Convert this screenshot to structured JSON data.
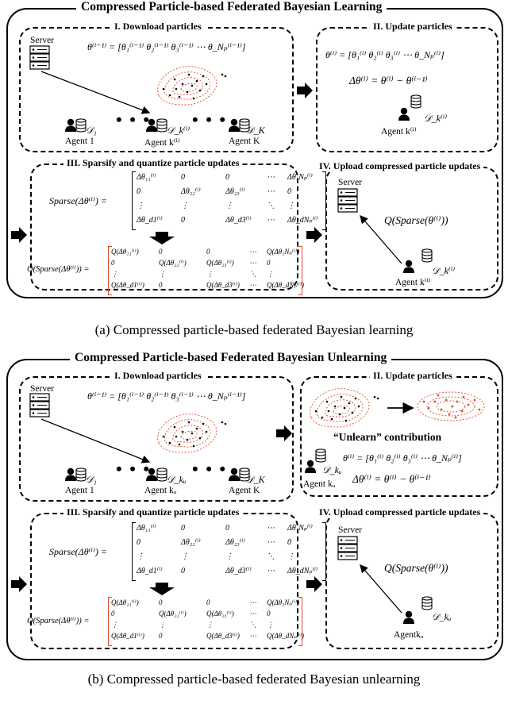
{
  "panel_a": {
    "title": "Compressed Particle-based Federated Bayesian Learning",
    "caption": "(a) Compressed particle-based federated Bayesian learning",
    "step1": {
      "title": "I. Download particles",
      "server": "Server",
      "theta_eq": "θ⁽ⁱ⁻¹⁾ = [θ₁⁽ⁱ⁻¹⁾  θ₂⁽ⁱ⁻¹⁾  θ₃⁽ⁱ⁻¹⁾  ⋯  θ_Nₚ⁽ⁱ⁻¹⁾]",
      "agent_1": "Agent 1",
      "agent_k": "Agent k⁽ⁱ⁾",
      "agent_K": "Agent K",
      "data_1": "𝒟₁",
      "data_k": "𝒟_k⁽ⁱ⁾",
      "data_K": "𝒟_K"
    },
    "step2": {
      "title": "II. Update particles",
      "theta_eq": "θ⁽ⁱ⁾ = [θ₁⁽ⁱ⁾  θ₂⁽ⁱ⁾  θ₃⁽ⁱ⁾  ⋯  θ_Nₚ⁽ⁱ⁾]",
      "delta_eq": "Δθ⁽ⁱ⁾ = θ⁽ⁱ⁾ − θ⁽ⁱ⁻¹⁾",
      "agent": "Agent k⁽ⁱ⁾",
      "data": "𝒟_k⁽ⁱ⁾"
    },
    "step3": {
      "title": "III. Sparsify and quantize particle updates",
      "sparse_lhs": "Sparse(Δθ⁽ⁱ⁾) =",
      "q_lhs": "Q(Sparse(Δθ⁽ⁱ⁾)) =",
      "sparse_rows": [
        [
          "Δθ₁₁⁽ⁱ⁾",
          "0",
          "0",
          "⋯",
          "Δθ₁Nₚ⁽ⁱ⁾"
        ],
        [
          "0",
          "Δθ₂₂⁽ⁱ⁾",
          "Δθ₂₃⁽ⁱ⁾",
          "⋯",
          "0"
        ],
        [
          "⋮",
          "⋮",
          "⋮",
          "⋱",
          "⋮"
        ],
        [
          "Δθ_d1⁽ⁱ⁾",
          "0",
          "Δθ_d3⁽ⁱ⁾",
          "⋯",
          "Δθ_dNₚ⁽ⁱ⁾"
        ]
      ],
      "q_rows": [
        [
          "Q(Δθ₁₁⁽ⁱ⁾)",
          "0",
          "0",
          "⋯",
          "Q(Δθ₁Nₚ⁽ⁱ⁾)"
        ],
        [
          "0",
          "Q(Δθ₂₂⁽ⁱ⁾)",
          "Q(Δθ₂₃⁽ⁱ⁾)",
          "⋯",
          "0"
        ],
        [
          "⋮",
          "⋮",
          "⋮",
          "⋱",
          "⋮"
        ],
        [
          "Q(Δθ_d1⁽ⁱ⁾)",
          "0",
          "Q(Δθ_d3⁽ⁱ⁾)",
          "⋯",
          "Q(Δθ_dNₚ⁽ⁱ⁾)"
        ]
      ]
    },
    "step4": {
      "title": "IV. Upload compressed particle updates",
      "server": "Server",
      "q_eq": "Q(Sparse(θ⁽ⁱ⁾))",
      "agent": "Agent k⁽ⁱ⁾",
      "data": "𝒟_k⁽ⁱ⁾"
    }
  },
  "panel_b": {
    "title": "Compressed Particle-based Federated Bayesian Unlearning",
    "caption": "(b) Compressed particle-based federated Bayesian unlearning",
    "step1": {
      "title": "I. Download particles",
      "server": "Server",
      "theta_eq": "θ⁽ⁱ⁻¹⁾ = [θ₁⁽ⁱ⁻¹⁾  θ₂⁽ⁱ⁻¹⁾  θ₃⁽ⁱ⁻¹⁾  ⋯  θ_Nₚ⁽ⁱ⁻¹⁾]",
      "agent_1": "Agent 1",
      "agent_k": "Agent kᵤ",
      "agent_K": "Agent K",
      "data_1": "𝒟₁",
      "data_k": "𝒟_kᵤ",
      "data_K": "𝒟_K"
    },
    "step2": {
      "title": "II. Update particles",
      "unlearn": "“Unlearn” contribution",
      "theta_eq": "θ⁽ⁱ⁾ = [θ₁⁽ⁱ⁾  θ₂⁽ⁱ⁾  θ₃⁽ⁱ⁾  ⋯  θ_Nₚ⁽ⁱ⁾]",
      "delta_eq": "Δθ⁽ⁱ⁾ = θ⁽ⁱ⁾ − θ⁽ⁱ⁻¹⁾",
      "agent": "Agent kᵤ",
      "data": "𝒟_kᵤ"
    },
    "step3": {
      "title": "III. Sparsify and quantize particle updates",
      "sparse_lhs": "Sparse(Δθ⁽ⁱ⁾) =",
      "q_lhs": "Q(Sparse(Δθ⁽ⁱ⁾)) =",
      "sparse_rows": [
        [
          "Δθ₁₁⁽ⁱ⁾",
          "0",
          "0",
          "⋯",
          "Δθ₁Nₚ⁽ⁱ⁾"
        ],
        [
          "0",
          "Δθ₂₂⁽ⁱ⁾",
          "Δθ₂₃⁽ⁱ⁾",
          "⋯",
          "0"
        ],
        [
          "⋮",
          "⋮",
          "⋮",
          "⋱",
          "⋮"
        ],
        [
          "Δθ_d1⁽ⁱ⁾",
          "0",
          "Δθ_d3⁽ⁱ⁾",
          "⋯",
          "Δθ_dNₚ⁽ⁱ⁾"
        ]
      ],
      "q_rows": [
        [
          "Q(Δθ₁₁⁽ⁱ⁾)",
          "0",
          "0",
          "⋯",
          "Q(Δθ₁Nₚ⁽ⁱ⁾)"
        ],
        [
          "0",
          "Q(Δθ₂₂⁽ⁱ⁾)",
          "Q(Δθ₂₃⁽ⁱ⁾)",
          "⋯",
          "0"
        ],
        [
          "⋮",
          "⋮",
          "⋮",
          "⋱",
          "⋮"
        ],
        [
          "Q(Δθ_d1⁽ⁱ⁾)",
          "0",
          "Q(Δθ_d3⁽ⁱ⁾)",
          "⋯",
          "Q(Δθ_dNₚ⁽ⁱ⁾)"
        ]
      ]
    },
    "step4": {
      "title": "IV. Upload compressed particle updates",
      "server": "Server",
      "q_eq": "Q(Sparse(θ⁽ⁱ⁾))",
      "agent": "Agentkᵤ",
      "data": "𝒟_kᵤ"
    }
  },
  "dots": "• • •",
  "colors": {
    "accent": "#e04a2a",
    "ink": "#000000"
  },
  "icons": [
    "server-icon",
    "person-icon",
    "database-icon",
    "arrow-right-icon",
    "arrow-down-icon",
    "particle-cloud-icon"
  ]
}
